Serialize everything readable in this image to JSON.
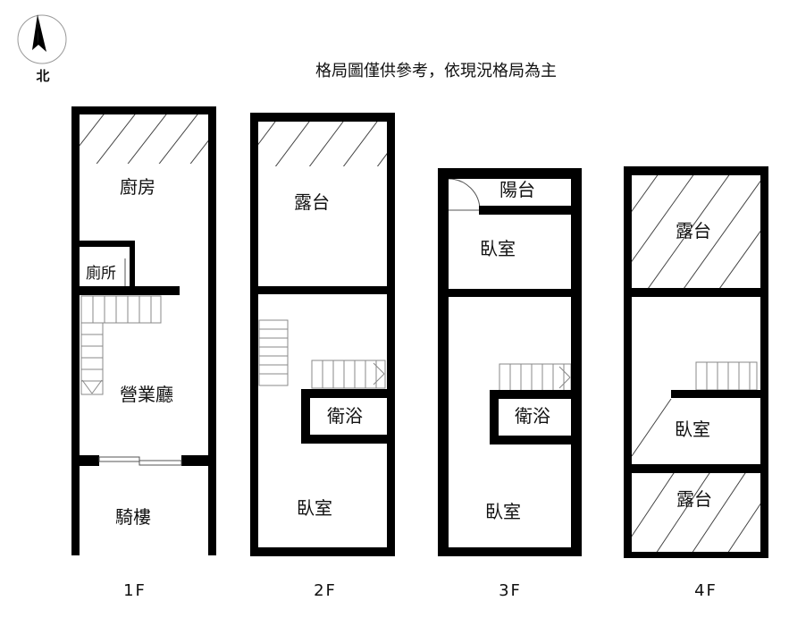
{
  "note": "格局圖僅供參考，依現況格局為主",
  "compass": {
    "label": "北",
    "icon": "north-arrow-icon"
  },
  "floors": [
    {
      "label": "1F",
      "rooms": {
        "kitchen": "廚房",
        "toilet": "廁所",
        "hall": "營業廳",
        "arcade": "騎樓"
      }
    },
    {
      "label": "2F",
      "rooms": {
        "terrace": "露台",
        "bath": "衛浴",
        "bedroom": "臥室"
      }
    },
    {
      "label": "3F",
      "rooms": {
        "balcony": "陽台",
        "bedroom_top": "臥室",
        "bath": "衛浴",
        "bedroom": "臥室"
      }
    },
    {
      "label": "4F",
      "rooms": {
        "terrace_top": "露台",
        "bedroom": "臥室",
        "terrace_bottom": "露台"
      }
    }
  ],
  "colors": {
    "wall": "#000000",
    "background": "#ffffff",
    "hatch": "#444444",
    "stair": "#888888"
  }
}
